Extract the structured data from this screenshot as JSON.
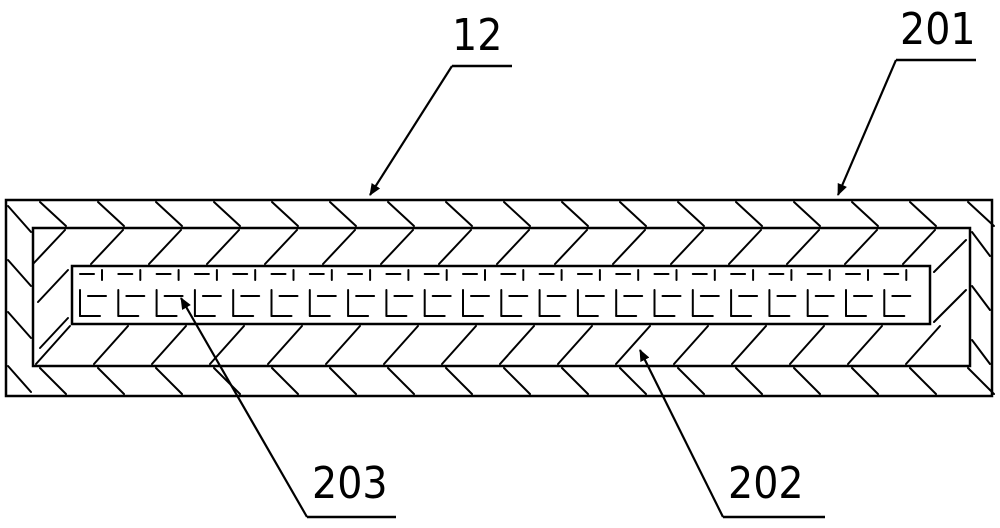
{
  "figure": {
    "labels": {
      "part_12": "12",
      "part_201": "201",
      "part_202": "202",
      "part_203": "203"
    },
    "colors": {
      "ink": "#000000",
      "background": "#ffffff"
    }
  }
}
